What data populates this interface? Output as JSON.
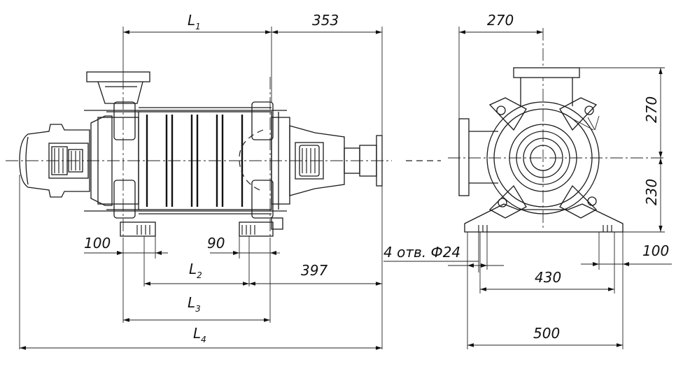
{
  "drawing": {
    "front_view": {
      "dims": {
        "L1": {
          "main": "L",
          "sub": "1"
        },
        "d353": "353",
        "d100": "100",
        "d90": "90",
        "L2": {
          "main": "L",
          "sub": "2"
        },
        "d397": "397",
        "L3": {
          "main": "L",
          "sub": "3"
        },
        "L4": {
          "main": "L",
          "sub": "4"
        }
      }
    },
    "side_view": {
      "dims": {
        "d270_top": "270",
        "d270_right": "270",
        "d230": "230",
        "holes_note": "4 отв. Ф24",
        "d100": "100",
        "d430": "430",
        "d500": "500"
      }
    }
  }
}
